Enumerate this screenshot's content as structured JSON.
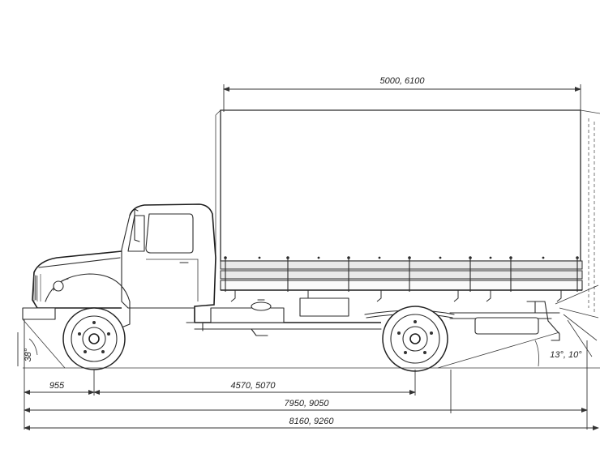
{
  "dimensions": {
    "body_length": "5000, 6100",
    "front_overhang": "955",
    "wheelbase": "4570, 5070",
    "length_to_rear_axle_area": "7950, 9050",
    "overall_length": "8160, 9260",
    "approach_angle": "38°",
    "departure_angle": "13°, 10°"
  }
}
